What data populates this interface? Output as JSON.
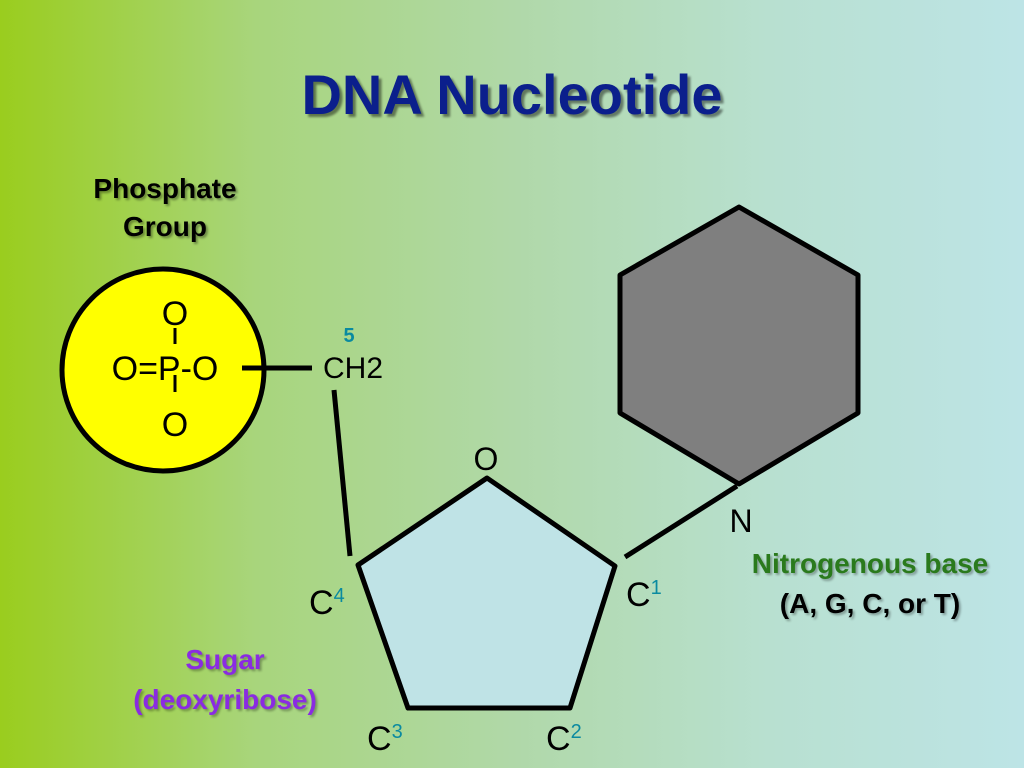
{
  "title": "DNA Nucleotide",
  "phosphate": {
    "label_line1": "Phosphate",
    "label_line2": "Group",
    "top_o": "O",
    "middle": "O=P-O",
    "bottom_o": "O",
    "fill_color": "#ffff00"
  },
  "carbon5": {
    "sup": "5",
    "text": "CH2"
  },
  "sugar": {
    "label_line1": "Sugar",
    "label_line2": "(deoxyribose)",
    "ring_oxygen": "O",
    "fill_color": "#bfe3e6",
    "carbons": [
      {
        "base": "C",
        "num": "4"
      },
      {
        "base": "C",
        "num": "1"
      },
      {
        "base": "C",
        "num": "3"
      },
      {
        "base": "C",
        "num": "2"
      }
    ]
  },
  "base": {
    "nitrogen": "N",
    "label_line1": "Nitrogenous base",
    "label_line2": "(A, G, C, or T)",
    "fill_color": "#7f7f7f"
  },
  "colors": {
    "title": "#0b1f8c",
    "sugar_label": "#8a2be2",
    "base_label": "#2a7a1c",
    "superscript": "#0a8aa0"
  }
}
